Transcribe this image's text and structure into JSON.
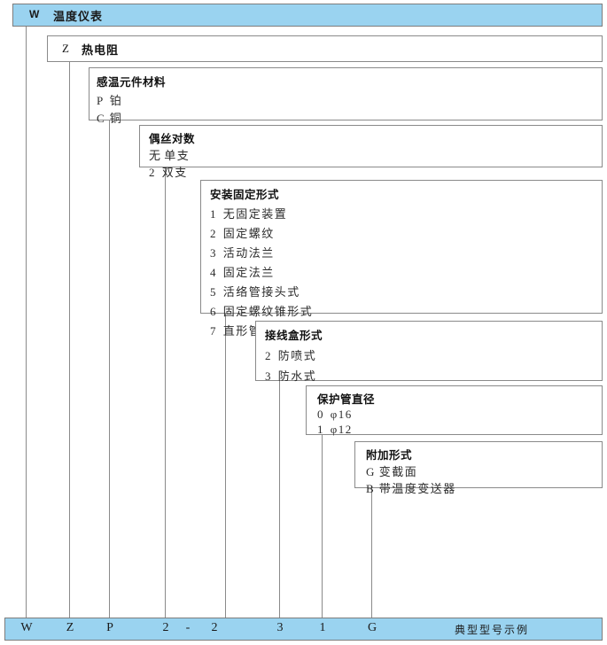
{
  "title_bar": {
    "code": "W",
    "label": "温度仪表"
  },
  "series_bar": {
    "code": "Z",
    "label": "热电阻"
  },
  "groups": [
    {
      "name": "sensing-element-material",
      "title": "感温元件材料",
      "rows": [
        {
          "code": "P",
          "text": "铂"
        },
        {
          "code": "C",
          "text": "铜"
        }
      ]
    },
    {
      "name": "wire-pair-count",
      "title": "偶丝对数",
      "rows": [
        {
          "code": "无",
          "text": "单支"
        },
        {
          "code": "2",
          "text": "双支"
        }
      ]
    },
    {
      "name": "mounting-fixing-type",
      "title": "安装固定形式",
      "rows": [
        {
          "code": "1",
          "text": "无固定装置"
        },
        {
          "code": "2",
          "text": "固定螺纹"
        },
        {
          "code": "3",
          "text": "活动法兰"
        },
        {
          "code": "4",
          "text": "固定法兰"
        },
        {
          "code": "5",
          "text": "活络管接头式"
        },
        {
          "code": "6",
          "text": "固定螺纹锥形式"
        },
        {
          "code": "7",
          "text": "直形管接头式"
        }
      ]
    },
    {
      "name": "junction-box-type",
      "title": "接线盒形式",
      "rows": [
        {
          "code": "2",
          "text": "防喷式"
        },
        {
          "code": "3",
          "text": "防水式"
        }
      ]
    },
    {
      "name": "protection-tube-diameter",
      "title": "保护管直径",
      "rows": [
        {
          "code": "0",
          "text": "φ16"
        },
        {
          "code": "1",
          "text": "φ12"
        }
      ]
    },
    {
      "name": "additional-type",
      "title": "附加形式",
      "rows": [
        {
          "code": "G",
          "text": "变截面"
        },
        {
          "code": "B",
          "text": "带温度变送器"
        }
      ]
    }
  ],
  "example": {
    "chars": [
      "W",
      "Z",
      "P",
      "2",
      "-",
      "2",
      "3",
      "1",
      "G"
    ],
    "note": "典型型号示例"
  },
  "colors": {
    "bar_fill": "#9ad3f0",
    "line": "#8a8a8a"
  }
}
